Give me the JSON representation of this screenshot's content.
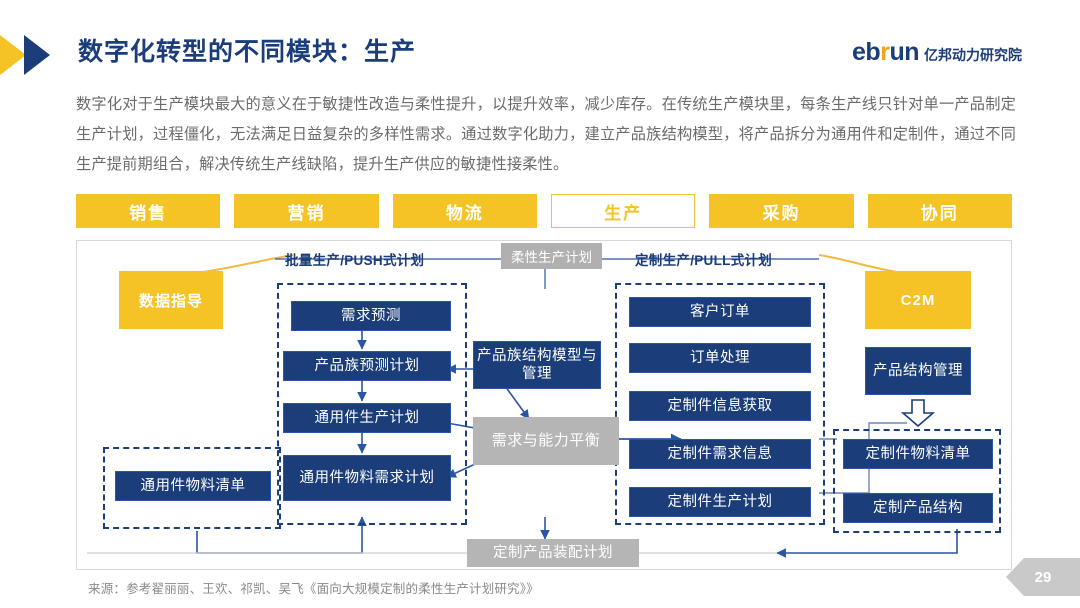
{
  "header": {
    "title": "数字化转型的不同模块：生产",
    "logo_en_left": "eb",
    "logo_en_r": "r",
    "logo_en_right": "un",
    "logo_cn": "亿邦动力研究院",
    "accent_navy": "#1b3d7a",
    "accent_yellow": "#f5c325"
  },
  "body": {
    "paragraph": "数字化对于生产模块最大的意义在于敏捷性改造与柔性提升，以提升效率，减少库存。在传统生产模块里，每条生产线只针对单一产品制定生产计划，过程僵化，无法满足日益复杂的多样性需求。通过数字化助力，建立产品族结构模型，将产品拆分为通用件和定制件，通过不同生产提前期组合，解决传统生产线缺陷，提升生产供应的敏捷性接柔性。"
  },
  "tabs": [
    {
      "label": "销售",
      "active": false
    },
    {
      "label": "营销",
      "active": false
    },
    {
      "label": "物流",
      "active": false
    },
    {
      "label": "生产",
      "active": true
    },
    {
      "label": "采购",
      "active": false
    },
    {
      "label": "协同",
      "active": false
    }
  ],
  "diagram": {
    "section_labels": {
      "left": "批量生产/PUSH式计划",
      "center": "柔性生产计划",
      "right": "定制生产/PULL式计划"
    },
    "left_column": {
      "data_guide": "数据指导",
      "boxes": [
        "需求预测",
        "产品族预测计划",
        "通用件生产计划",
        "通用件物料需求计划"
      ],
      "bom_box": "通用件物料清单"
    },
    "center_column": {
      "model_box": "产品族结构模型与管理",
      "balance_box": "需求与能力平衡"
    },
    "right_column": {
      "boxes": [
        "客户订单",
        "订单处理",
        "定制件信息获取",
        "定制件需求信息",
        "定制件生产计划"
      ]
    },
    "far_right": {
      "c2m": "C2M",
      "structure_box": "产品结构管理",
      "bom_boxes": [
        "定制件物料清单",
        "定制产品结构"
      ]
    },
    "bottom_box": "定制产品装配计划"
  },
  "footer": {
    "source": "来源：参考翟丽丽、王欢、祁凯、吴飞《面向大规模定制的柔性生产计划研究》》",
    "page_number": "29"
  }
}
